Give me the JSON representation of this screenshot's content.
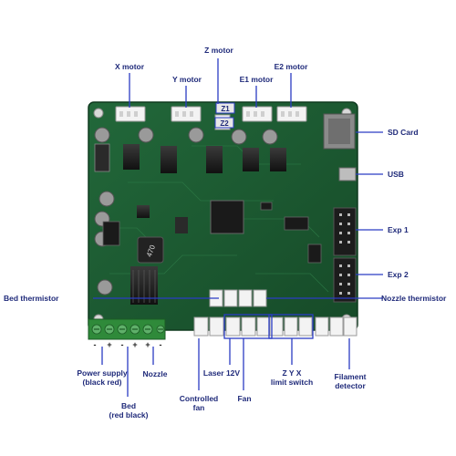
{
  "labels": {
    "x_motor": "X motor",
    "y_motor": "Y motor",
    "z_motor": "Z motor",
    "e1_motor": "E1 motor",
    "e2_motor": "E2 motor",
    "sd_card": "SD Card",
    "usb": "USB",
    "exp1": "Exp 1",
    "exp2": "Exp 2",
    "bed_thermistor": "Bed thermistor",
    "nozzle_thermistor": "Nozzle thermistor",
    "power_supply_line1": "Power supply",
    "power_supply_line2": "(black red)",
    "bed_line1": "Bed",
    "bed_line2": "(red black)",
    "nozzle": "Nozzle",
    "controlled_fan_line1": "Controlled",
    "controlled_fan_line2": "fan",
    "laser": "Laser 12V",
    "fan": "Fan",
    "zyx_line1": "Z Y X",
    "zyx_line2": "limit switch",
    "filament_line1": "Filament",
    "filament_line2": "detector"
  },
  "board_marks": {
    "z1": "Z1",
    "z2": "Z2",
    "inductor": "470"
  },
  "polarity": [
    "-",
    "+",
    "-",
    "+",
    "+",
    "-"
  ],
  "colors": {
    "label_text": "#1f2a7a",
    "leader_line": "#2b3cc4",
    "pcb": "#1c5b31",
    "pcb_dark": "#123f22",
    "connector": "#f3f3f3",
    "terminal_green": "#2f8a3a"
  }
}
